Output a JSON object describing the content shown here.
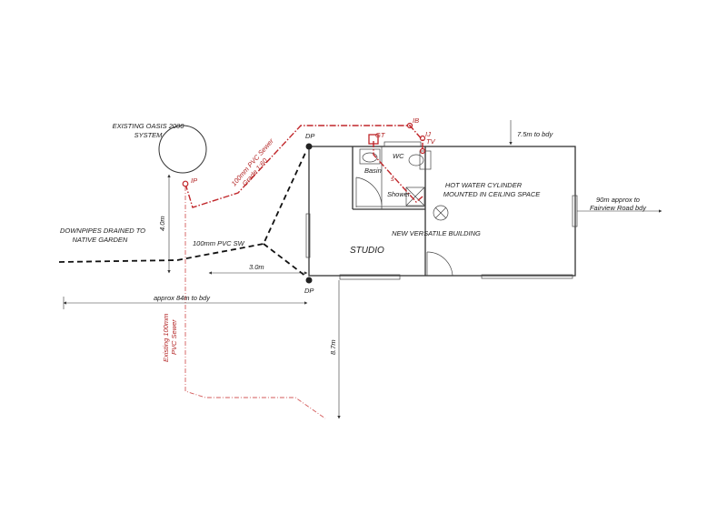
{
  "labels": {
    "oasis_line1": "EXISTING OASIS 2000",
    "oasis_line2": "SYSTEM",
    "ip": "IP",
    "dp_top": "DP",
    "dp_bottom": "DP",
    "gt": "GT",
    "ib": "IB",
    "ij": "IJ",
    "tv": "TV",
    "basin": "Basin",
    "wc": "WC",
    "shower": "Shower",
    "hot_water_line1": "HOT WATER CYLINDER",
    "hot_water_line2": "MOUNTED IN CEILING SPACE",
    "new_building": "NEW VERSATILE BUILDING",
    "studio": "STUDIO",
    "downpipes_line1": "DOWNPIPES DRAINED TO",
    "downpipes_line2": "NATIVE GARDEN",
    "pvc_sw": "100mm PVC  SW",
    "sewer_line1": "100mm PVC Sewer",
    "sewer_line2": "Grade 1:60",
    "existing_sewer_line1": "Existing 100mm",
    "existing_sewer_line2": "PVC Sewer",
    "dim_4m": "4.0m",
    "dim_3m": "3.0m",
    "dim_84m": "approx 84m to bdy",
    "dim_87m": "8.7m",
    "dim_75m": "7.5m to bdy",
    "dim_90m_line1": "90m approx to",
    "dim_90m_line2": "Fairview Road bdy",
    "s_mark": "s"
  },
  "colors": {
    "sewer": "#c0262a",
    "existing_sewer": "#d35a5a",
    "stormwater": "#111111",
    "linework": "#333333"
  }
}
